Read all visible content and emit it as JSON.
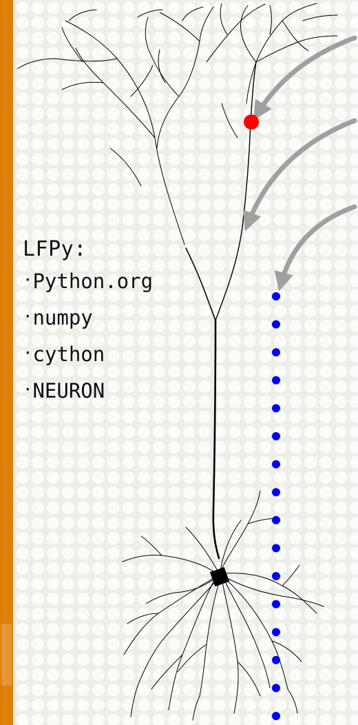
{
  "sidebar": {
    "accent_color": "#df7e06"
  },
  "packages": {
    "title": "LFPy:",
    "bullet": "·",
    "items": [
      "Python.org",
      "numpy",
      "cython",
      "NEURON"
    ]
  },
  "figure": {
    "synapse_color": "#ff0000",
    "electrode_color": "#0000ff",
    "arrow_color": "#a0a0a0",
    "neuron_color": "#000000",
    "electrode_count": 16
  }
}
